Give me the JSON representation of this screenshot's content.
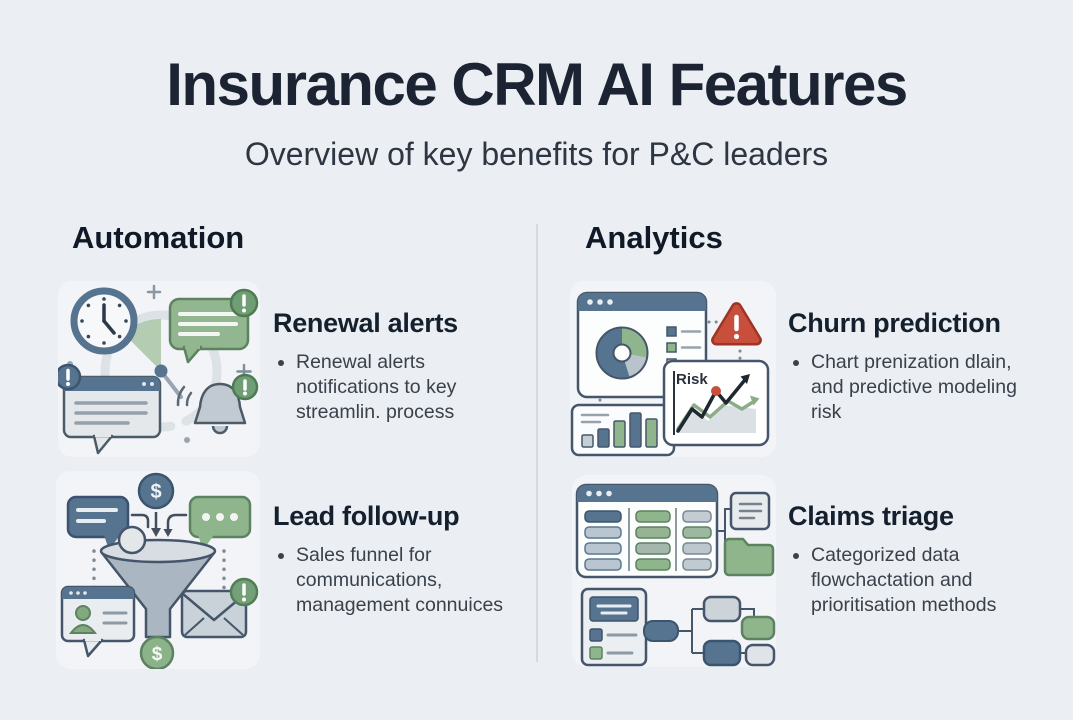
{
  "page": {
    "title": "Insurance CRM AI Features",
    "subtitle": "Overview of key benefits for P&C leaders"
  },
  "colors": {
    "background": "#ebeef2",
    "title_text": "#1c2433",
    "body_text": "#39414b",
    "slate_blue": "#567390",
    "green": "#8fb58c",
    "alert_red": "#c84f3b",
    "divider": "#d5dade"
  },
  "glyphs": {
    "dollar": "$"
  },
  "sections": [
    {
      "heading": "Automation",
      "features": [
        {
          "icon": "renewal-alerts-icon",
          "title": "Renewal alerts",
          "bullets": [
            "Renewal alerts notifications to key streamlin. process"
          ]
        },
        {
          "icon": "lead-follow-up-icon",
          "title": "Lead follow-up",
          "bullets": [
            "Sales funnel for communications, management connuices"
          ]
        }
      ]
    },
    {
      "heading": "Analytics",
      "features": [
        {
          "icon": "churn-prediction-icon",
          "icon_label": "Risk",
          "title": "Churn prediction",
          "bullets": [
            "Chart prenization dlain, and predictive modeling risk"
          ]
        },
        {
          "icon": "claims-triage-icon",
          "title": "Claims triage",
          "bullets": [
            "Categorized data flowchactation and prioritisation methods"
          ]
        }
      ]
    }
  ]
}
